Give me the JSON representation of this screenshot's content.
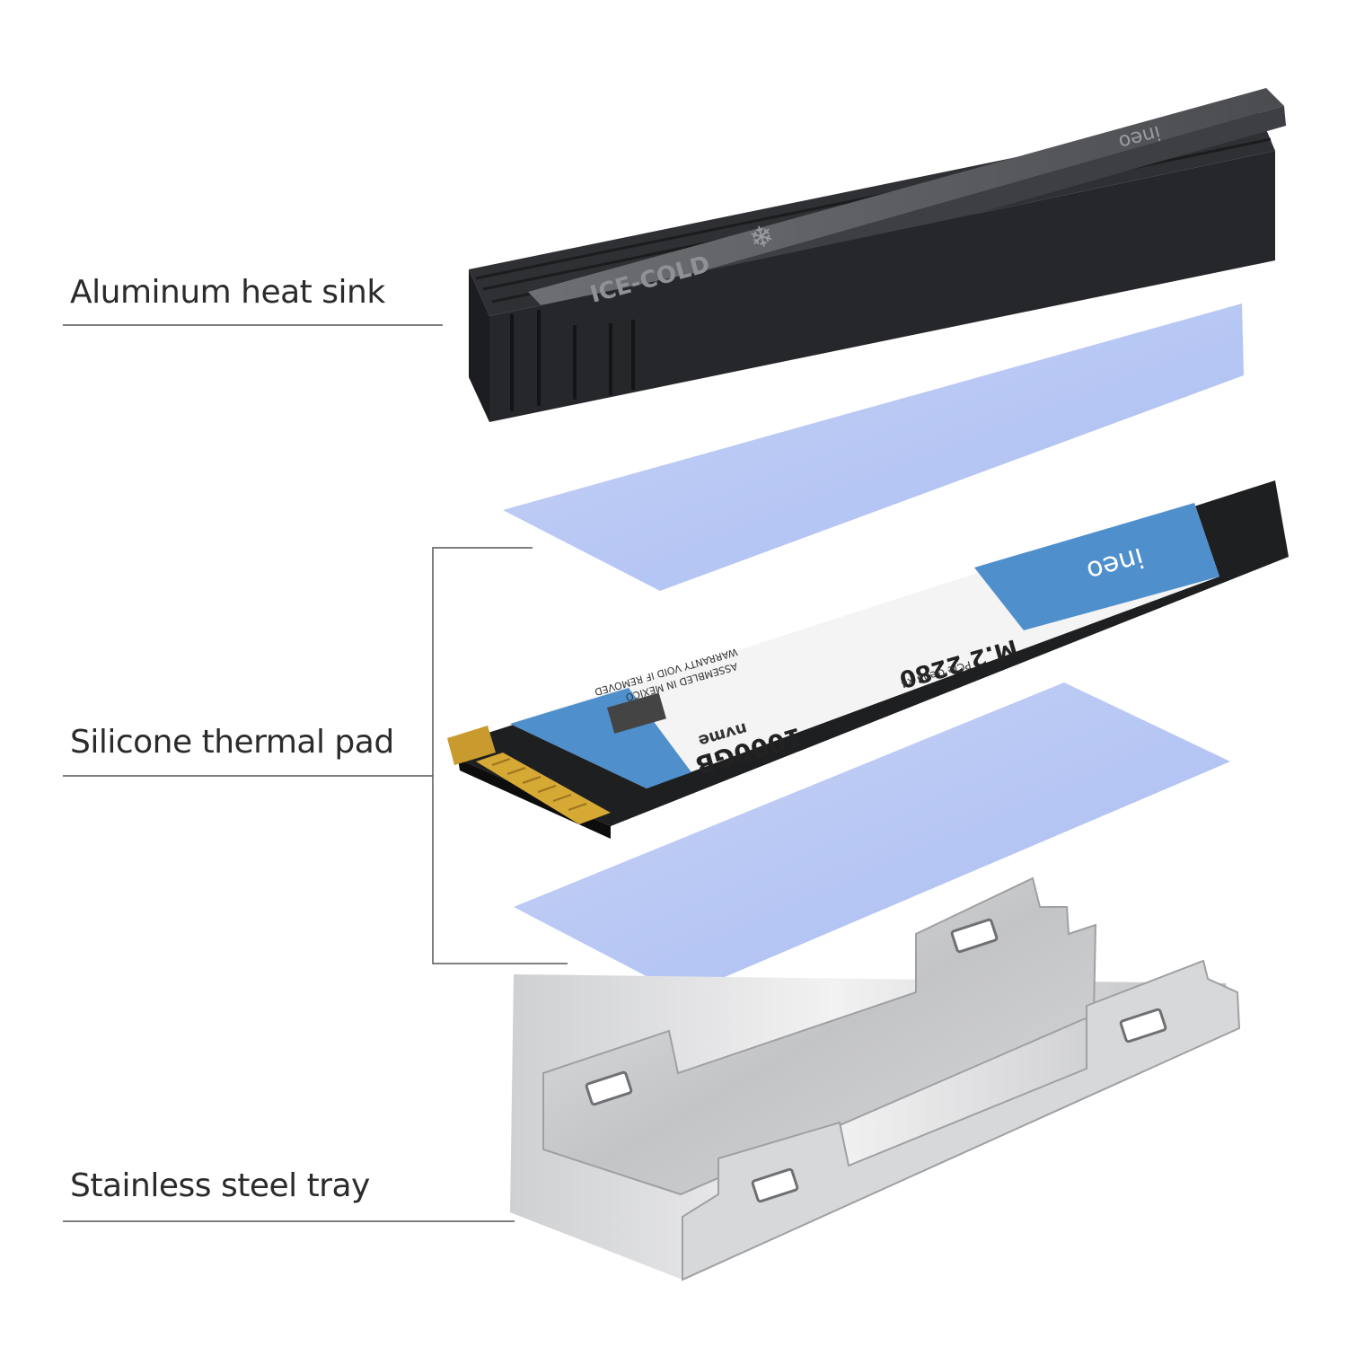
{
  "labels": {
    "heat_sink": "Aluminum heat sink",
    "thermal_pad": "Silicone thermal pad",
    "tray": "Stainless steel tray"
  },
  "heatsink": {
    "brand": "ineo",
    "product": "ICE-COLD"
  },
  "ssd": {
    "brand": "ineo",
    "form_factor": "M.2 2280",
    "interface": "PCIe Gen3 x4",
    "capacity": "1000GB",
    "protocol": "nvme",
    "warranty": "WARRANTY VOID IF REMOVED",
    "assembly": "ASSEMBLED IN MEXICO"
  },
  "colors": {
    "pad": "#b9c8f4",
    "heatsink": "#2a2b2e",
    "ssd_label": "#4f8fcc",
    "tray": "#c9cacc",
    "line": "#444444"
  }
}
